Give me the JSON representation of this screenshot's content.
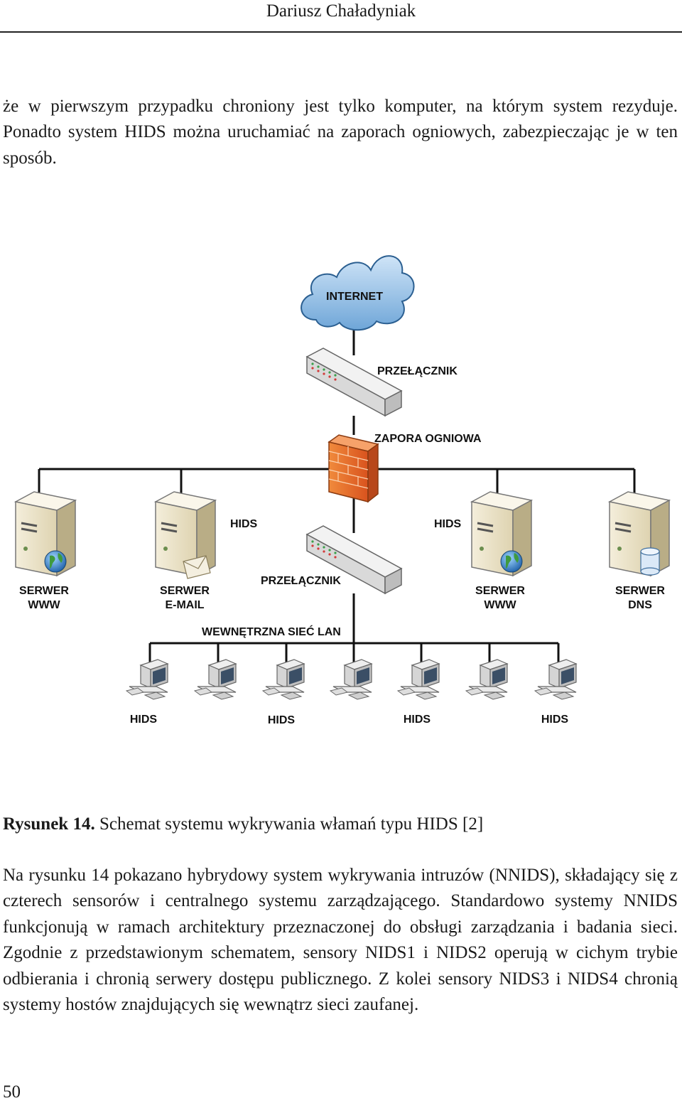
{
  "header": {
    "running_title": "Dariusz Chaładyniak"
  },
  "paragraph1": "że w pierwszym przypadku chroniony jest tylko komputer, na którym system rezyduje. Ponadto system HIDS można uruchamiać na zaporach ogniowych, zabezpieczając je w ten sposób.",
  "figure": {
    "internet": "INTERNET",
    "switch_top": "PRZEŁĄCZNIK",
    "firewall": "ZAPORA OGNIOWA",
    "hids_left": "HIDS",
    "hids_right": "HIDS",
    "switch_inner": "PRZEŁĄCZNIK",
    "lan": "WEWNĘTRZNA SIEĆ LAN",
    "servers": [
      {
        "line1": "SERWER",
        "line2": "WWW",
        "icon": "globe-icon"
      },
      {
        "line1": "SERWER",
        "line2": "E-MAIL",
        "icon": "envelope-icon"
      },
      {
        "line1": "SERWER",
        "line2": "WWW",
        "icon": "globe-icon"
      },
      {
        "line1": "SERWER",
        "line2": "DNS",
        "icon": "database-icon"
      }
    ],
    "host_hids": [
      "HIDS",
      "HIDS",
      "HIDS",
      "HIDS"
    ]
  },
  "caption": {
    "label": "Rysunek 14.",
    "text": " Schemat systemu wykrywania włamań typu HIDS [2]"
  },
  "paragraph2": "Na rysunku 14 pokazano hybrydowy system wykrywania intruzów (NNIDS), składający się z czterech sensorów i centralnego systemu zarządzającego. Standardowo systemy NNIDS funkcjonują w ramach architektury przeznaczonej do obsługi zarządzania i badania sieci. Zgodnie z przedstawionym schematem, sensory NIDS1 i NIDS2 operują w cichym trybie odbierania i chronią serwery dostępu publicznego. Z kolei sensory NIDS3 i NIDS4 chronią systemy hostów znajdujących się wewnątrz sieci zaufanej.",
  "page_number": "50"
}
